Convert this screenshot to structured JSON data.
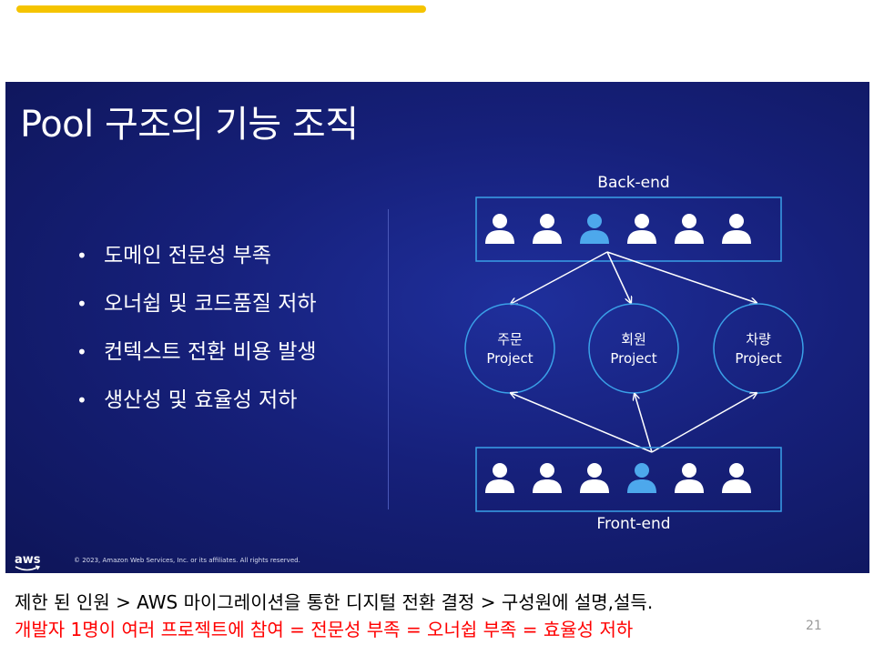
{
  "slide": {
    "title": "Pool 구조의 기능 조직",
    "bullets": [
      "도메인 전문성 부족",
      "오너쉽 및 코드품질 저하",
      "컨텍스트 전환 비용 발생",
      "생산성 및 효율성 저하"
    ],
    "diagram": {
      "backend_label": "Back-end",
      "frontend_label": "Front-end",
      "projects": [
        {
          "line1": "주문",
          "line2": "Project"
        },
        {
          "line1": "회원",
          "line2": "Project"
        },
        {
          "line1": "차량",
          "line2": "Project"
        }
      ],
      "backend_people": [
        "white",
        "white",
        "blue",
        "white",
        "white",
        "white"
      ],
      "frontend_people": [
        "white",
        "white",
        "white",
        "blue",
        "white",
        "white"
      ]
    },
    "footer": {
      "logo_text": "aws",
      "copyright": "© 2023, Amazon Web Services, Inc. or its affiliates. All rights reserved."
    }
  },
  "caption": {
    "line1": "제한 된 인원 > AWS 마이그레이션을 통한 디지털 전환 결정 > 구성원에 설명,설득.",
    "line2": "개발자 1명이 여러 프로젝트에 참여 = 전문성 부족 = 오너쉽 부족 = 효율성 저하"
  },
  "page_number": "21",
  "colors": {
    "accent_bar": "#f5c400",
    "slide_bg": "#16207a",
    "highlight_person": "#4da8ec",
    "box_border": "#3aa0e8",
    "caption_red": "#ff0000"
  }
}
